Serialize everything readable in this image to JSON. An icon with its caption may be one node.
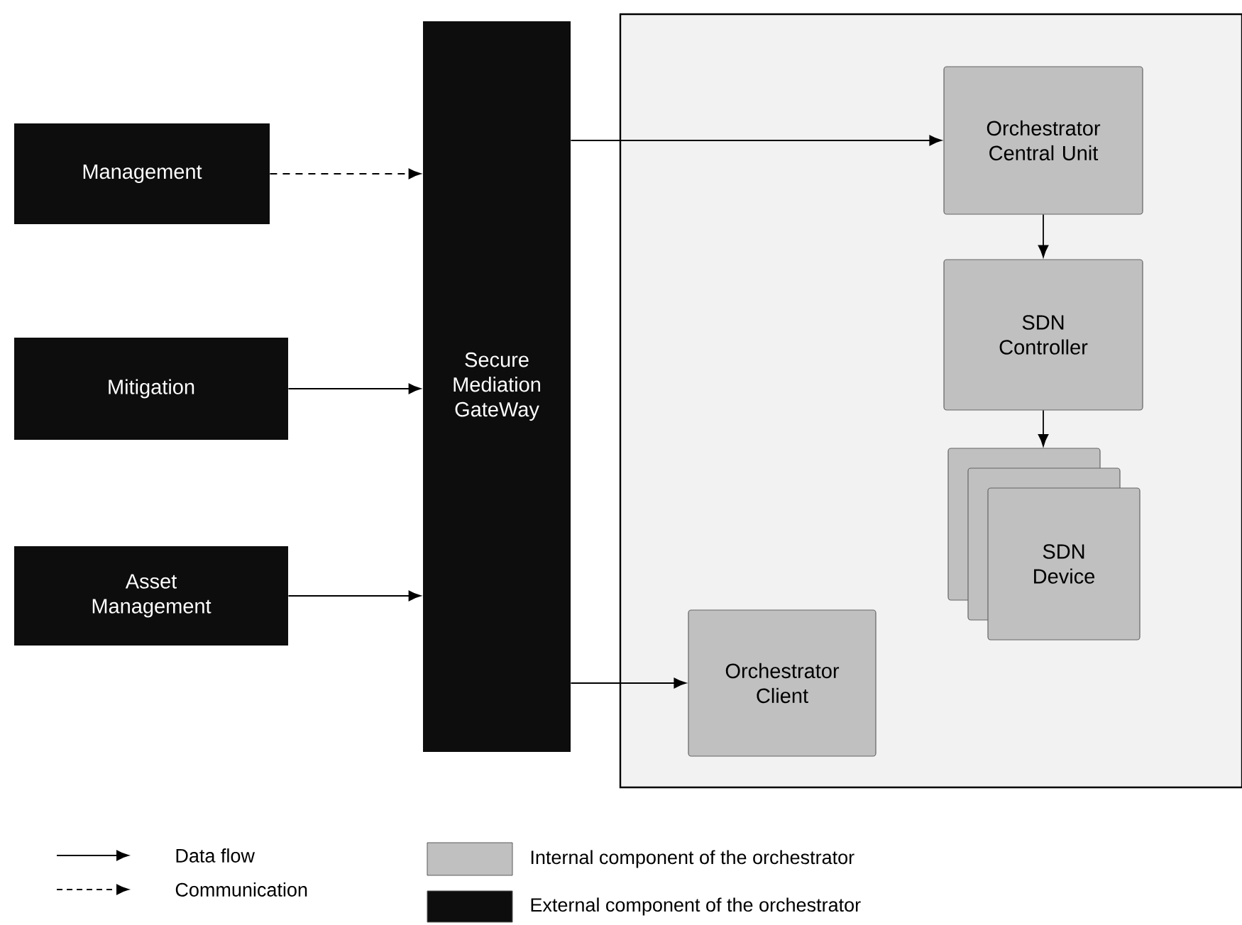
{
  "diagram": {
    "nodes": [
      {
        "text": [
          "Management"
        ]
      },
      {
        "text": [
          "Mitigation"
        ]
      },
      {
        "text": [
          "Asset Management"
        ]
      },
      {
        "text": [
          "Secure Mediation GateWay"
        ]
      },
      {
        "text": [],
        "shape": "box"
      },
      {
        "text": [
          "Orchestrator Central Unit"
        ],
        "in": 4
      },
      {
        "text": [
          "SDN Controller"
        ],
        "in": 4
      },
      {
        "text": [
          "SDN Device"
        ],
        "in": 4
      },
      {
        "text": [
          "Orchestrator Client"
        ],
        "in": 4
      }
    ],
    "edges": [
      {
        "from": 0,
        "to": 3,
        "arrow": "to",
        "style": "dashed"
      },
      {
        "from": 1,
        "to": 3,
        "arrow": "to"
      },
      {
        "from": 2,
        "to": 3,
        "arrow": "to"
      },
      {
        "from": 3,
        "to": 5,
        "arrow": "to"
      },
      {
        "from": 5,
        "to": 6,
        "arrow": "to"
      },
      {
        "from": 6,
        "to": 7,
        "arrow": "to"
      },
      {
        "from": 3,
        "to": 8,
        "arrow": "to"
      }
    ],
    "legend": [
      {
        "text": "Data flow"
      },
      {
        "text": "Communication"
      },
      {
        "text": "Internal component of the orchestrator",
        "color": "#c0c0c0"
      },
      {
        "text": "External component of the orchestrator",
        "color": "#0d0d0d"
      }
    ]
  }
}
